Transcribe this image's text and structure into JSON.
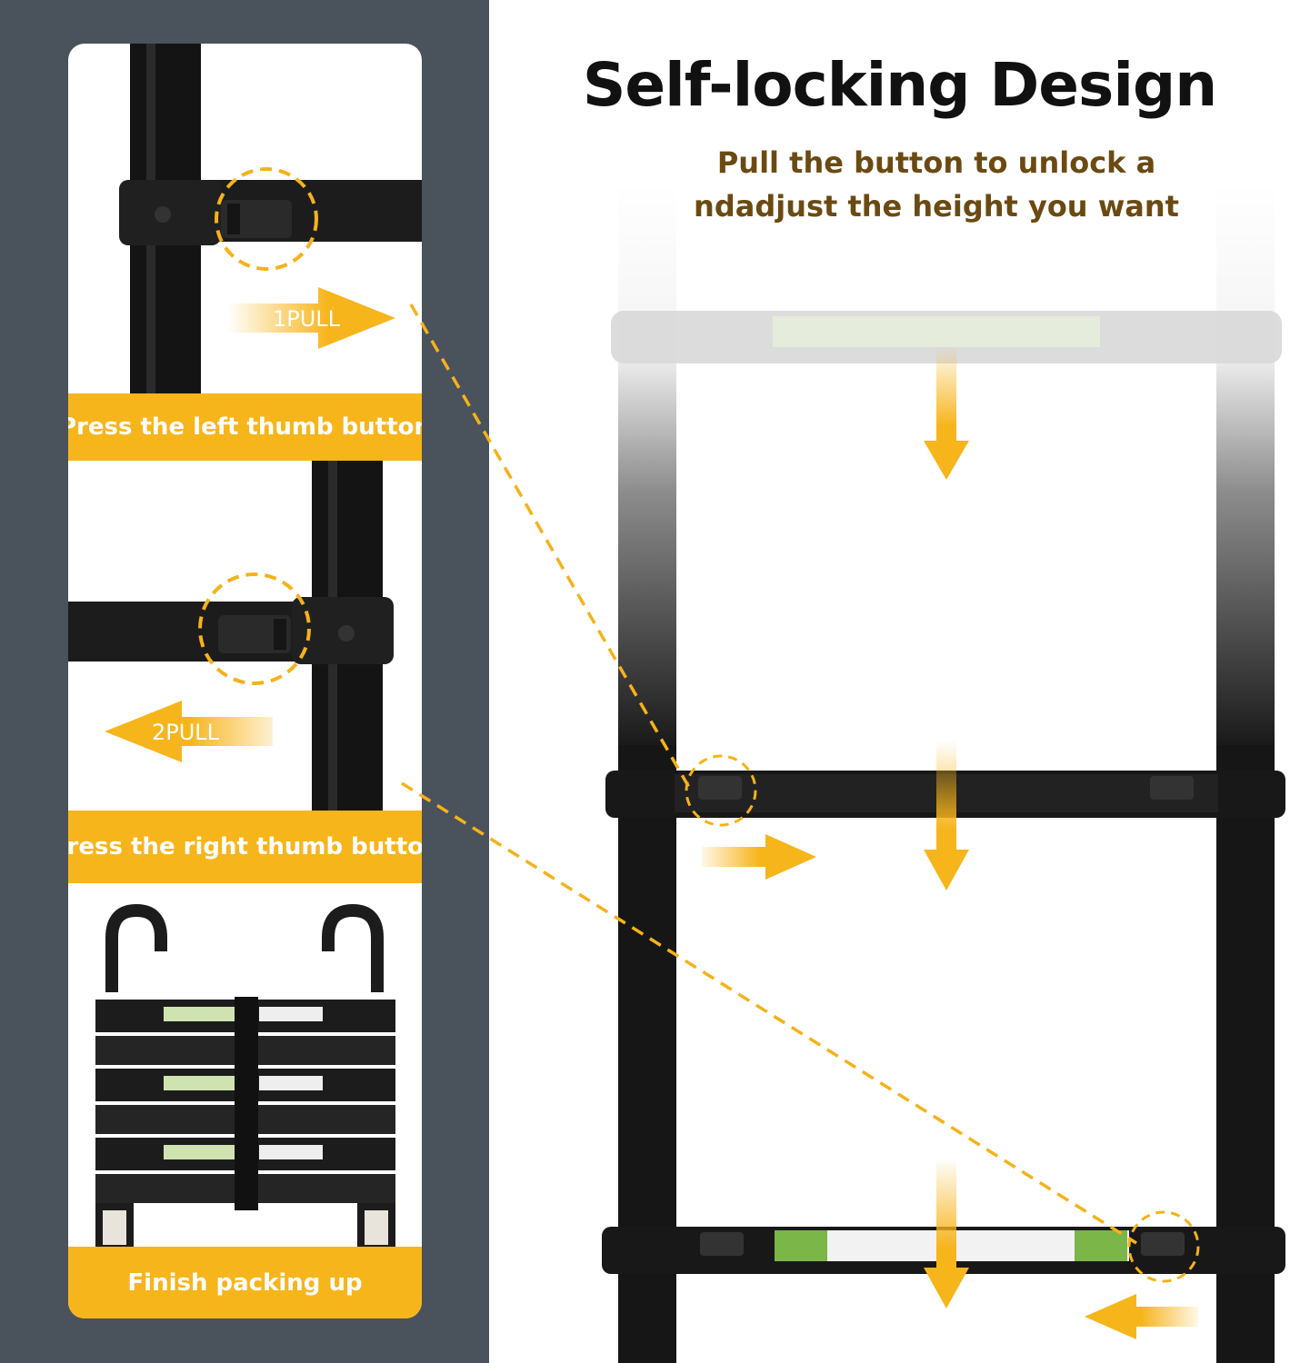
{
  "title": "Self-locking Design",
  "subtitle_line1": "Pull the button to unlock a",
  "subtitle_line2": "ndadjust the height you want",
  "steps": [
    {
      "pull_label": "1PULL",
      "caption": "Press the left thumb button"
    },
    {
      "pull_label": "2PULL",
      "caption": "Press the right thumb button"
    },
    {
      "caption": "Finish packing up"
    }
  ],
  "colors": {
    "accent": "#f7b51c",
    "panel": "#4a525c",
    "ladder": "#1a1a1a",
    "subtitle": "#6b4a12"
  }
}
